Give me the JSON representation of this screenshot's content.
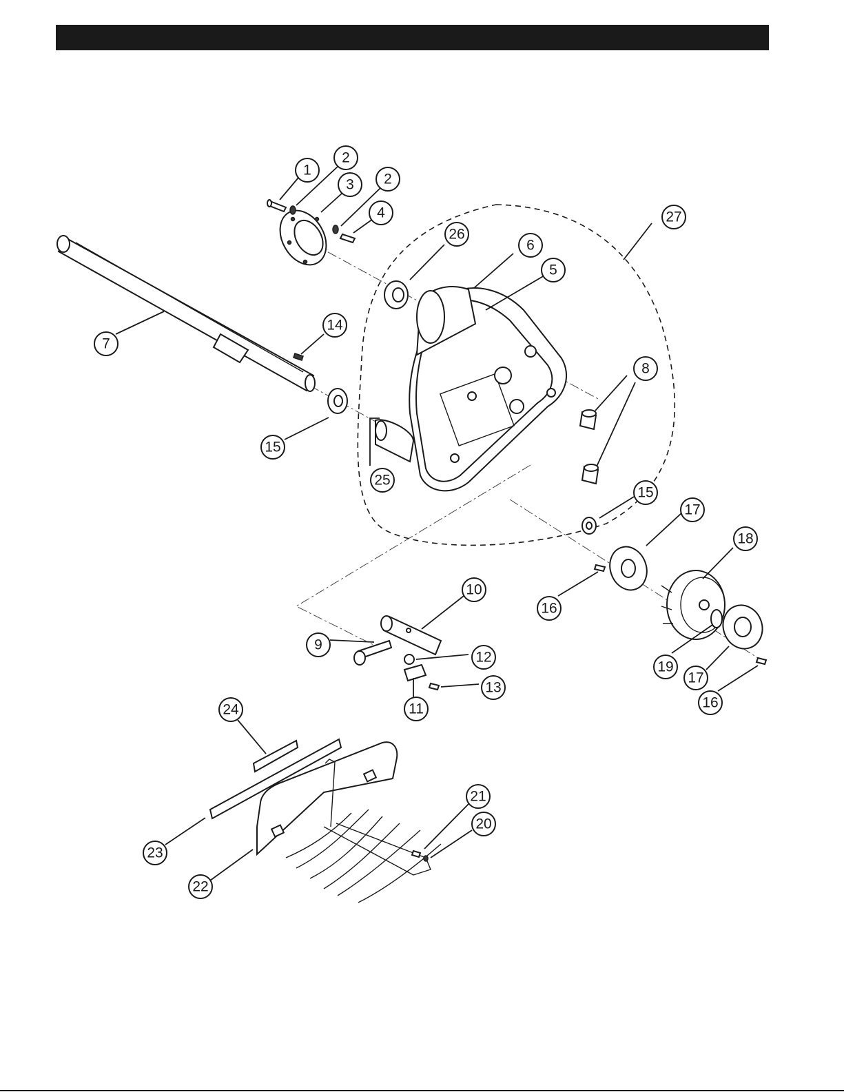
{
  "header": {
    "text": ""
  },
  "callouts": [
    {
      "id": "c1",
      "label": "1"
    },
    {
      "id": "c2a",
      "label": "2"
    },
    {
      "id": "c3",
      "label": "3"
    },
    {
      "id": "c2b",
      "label": "2"
    },
    {
      "id": "c4",
      "label": "4"
    },
    {
      "id": "c27",
      "label": "27"
    },
    {
      "id": "c26",
      "label": "26"
    },
    {
      "id": "c6",
      "label": "6"
    },
    {
      "id": "c5",
      "label": "5"
    },
    {
      "id": "c7",
      "label": "7"
    },
    {
      "id": "c14",
      "label": "14"
    },
    {
      "id": "c8",
      "label": "8"
    },
    {
      "id": "c15a",
      "label": "15"
    },
    {
      "id": "c25",
      "label": "25"
    },
    {
      "id": "c15b",
      "label": "15"
    },
    {
      "id": "c17a",
      "label": "17"
    },
    {
      "id": "c18",
      "label": "18"
    },
    {
      "id": "c16a",
      "label": "16"
    },
    {
      "id": "c10",
      "label": "10"
    },
    {
      "id": "c9",
      "label": "9"
    },
    {
      "id": "c12",
      "label": "12"
    },
    {
      "id": "c13",
      "label": "13"
    },
    {
      "id": "c11",
      "label": "11"
    },
    {
      "id": "c19",
      "label": "19"
    },
    {
      "id": "c17b",
      "label": "17"
    },
    {
      "id": "c16b",
      "label": "16"
    },
    {
      "id": "c24",
      "label": "24"
    },
    {
      "id": "c21",
      "label": "21"
    },
    {
      "id": "c20",
      "label": "20"
    },
    {
      "id": "c23",
      "label": "23"
    },
    {
      "id": "c22",
      "label": "22"
    }
  ]
}
